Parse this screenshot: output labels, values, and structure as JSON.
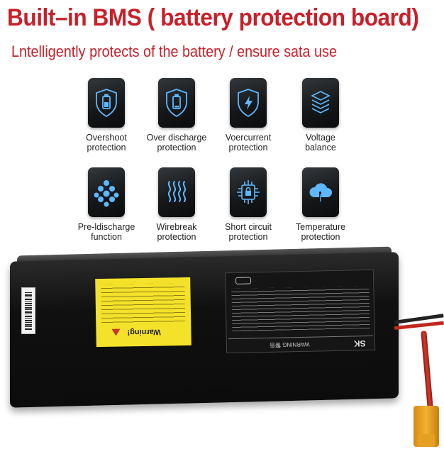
{
  "header": {
    "title": "Built–in BMS ( battery protection board)",
    "subtitle": "Lntelligently protects of the battery / ensure sata use"
  },
  "features": [
    {
      "label": "Overshoot\nprotection",
      "icon": "shield-battery-icon"
    },
    {
      "label": "Over discharge\nprotection",
      "icon": "shield-battery-low-icon"
    },
    {
      "label": "Voercurrent\nprotection",
      "icon": "shield-lightning-icon"
    },
    {
      "label": "Voltage\nbalance",
      "icon": "stacked-layers-icon"
    },
    {
      "label": "Pre-ldischarge\nfunction",
      "icon": "molecule-icon"
    },
    {
      "label": "Wirebreak\nprotection",
      "icon": "wavy-wires-icon"
    },
    {
      "label": "Short circuit\nprotection",
      "icon": "chip-lock-icon"
    },
    {
      "label": "Temperature\nprotection",
      "icon": "cloud-thermometer-icon"
    }
  ],
  "battery": {
    "warning_label": "Warning!",
    "brand": "SK",
    "warning_text": "WARNING 警告"
  },
  "colors": {
    "title": "#c8202a",
    "icon_glow": "#5fb8ff",
    "warning_label": "#f4e12a",
    "connector": "#f3b12e"
  }
}
